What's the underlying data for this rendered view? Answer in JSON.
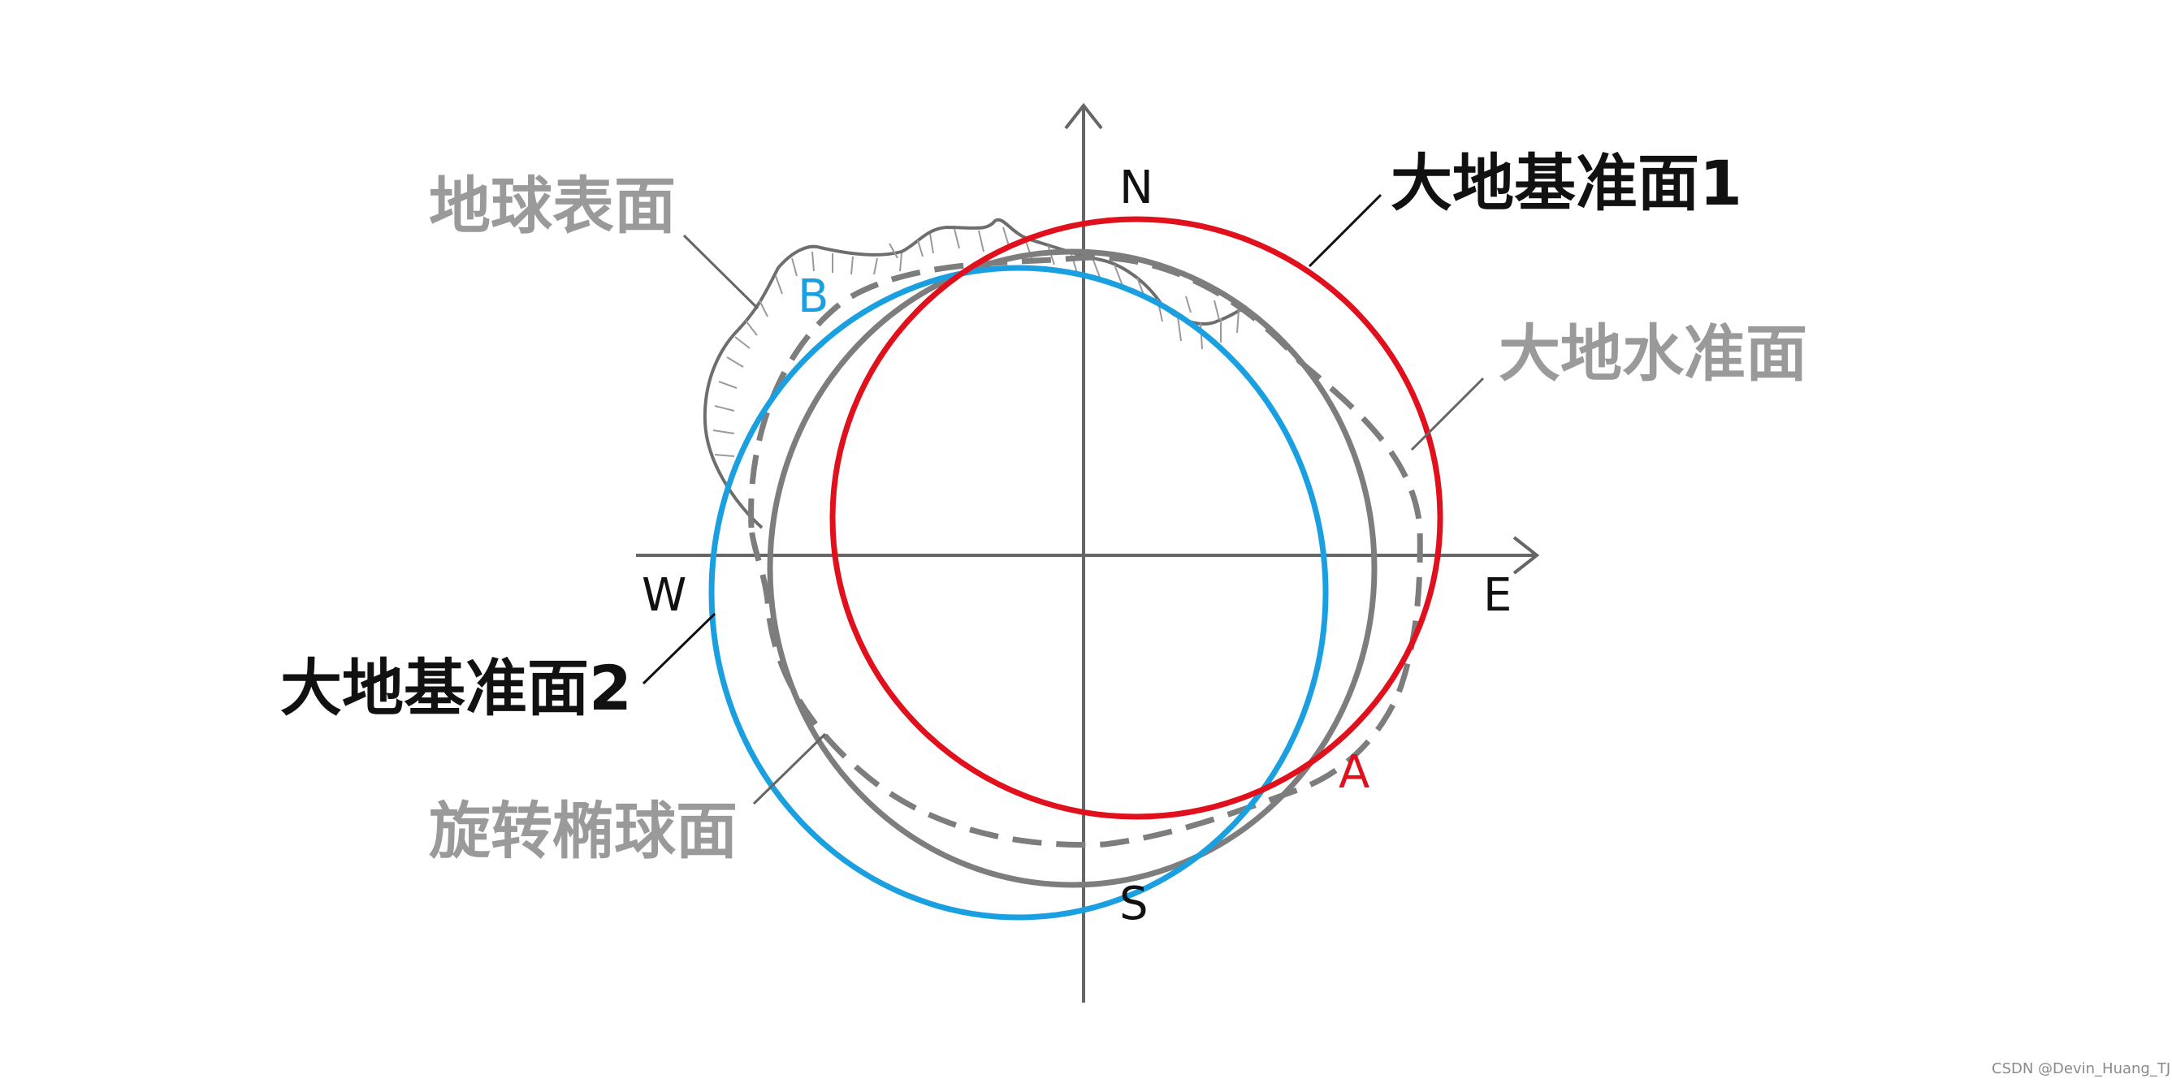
{
  "labels": {
    "earth_surface": "地球表面",
    "datum1": "大地基准面1",
    "geoid": "大地水准面",
    "datum2": "大地基准面2",
    "ellipsoid": "旋转椭球面",
    "north": "N",
    "south": "S",
    "east": "E",
    "west": "W",
    "point_a": "A",
    "point_b": "B"
  },
  "watermark": "CSDN @Devin_Huang_TJ",
  "colors": {
    "datum1": "#e0101c",
    "datum2": "#1aa0e0",
    "ellipsoid": "#7d7d7d",
    "geoid": "#7d7d7d",
    "axis": "#666666",
    "label_black": "#111111",
    "label_gray": "#9a9a9a"
  }
}
